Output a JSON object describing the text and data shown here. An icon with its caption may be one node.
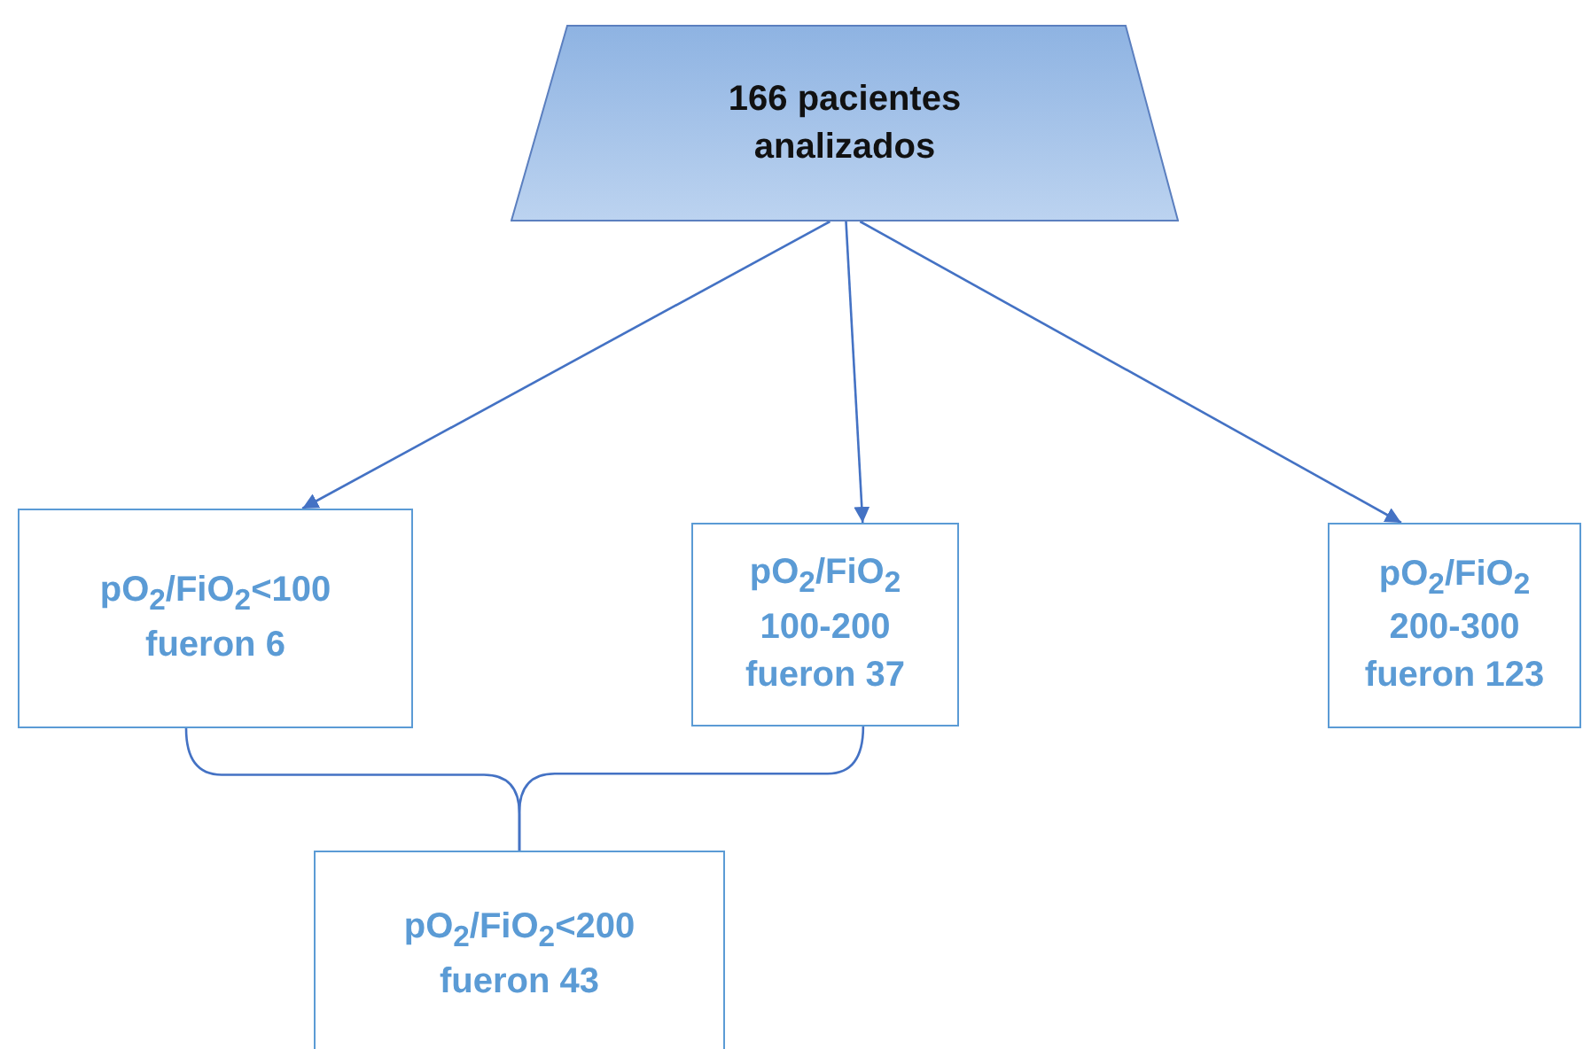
{
  "diagram": {
    "nodes": [
      {
        "text": [
          "166 pacientes analizados"
        ]
      },
      {
        "text": [
          "pO$_{2}$/FiO$_{2}$<100 fueron 6"
        ]
      },
      {
        "text": [
          "pO$_{2}$/FiO$_{2}$ 100-200 fueron 37"
        ]
      },
      {
        "text": [
          "pO$_{2}$/FiO$_{2}$ 200-300 fueron 123"
        ]
      },
      {
        "text": [
          "pO$_{2}$/FiO$_{2}$<200 fueron 43"
        ]
      }
    ],
    "edges": [
      {
        "from": 0,
        "to": 1,
        "arrow": "to"
      },
      {
        "from": 0,
        "to": 2,
        "arrow": "to"
      },
      {
        "from": 0,
        "to": 3,
        "arrow": "to"
      },
      {
        "from": 1,
        "to": 4,
        "arrow": "none"
      },
      {
        "from": 2,
        "to": 4,
        "arrow": "none"
      }
    ]
  }
}
